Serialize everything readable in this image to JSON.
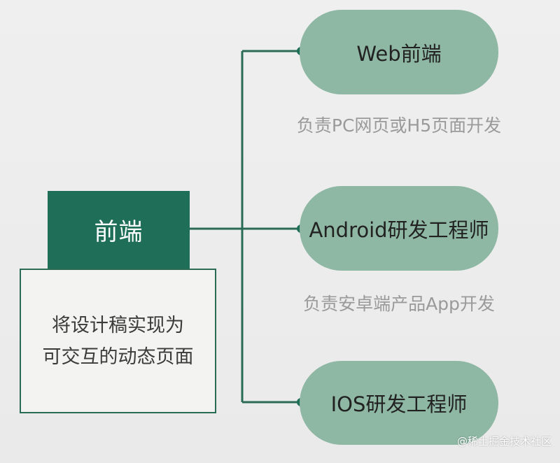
{
  "root": {
    "title": "前端",
    "description_line1": "将设计稿实现为",
    "description_line2": "可交互的动态页面"
  },
  "branches": {
    "web": {
      "label": "Web前端",
      "description": "负责PC网页或H5页面开发"
    },
    "android": {
      "label": "Android研发工程师",
      "description": "负责安卓端产品App开发"
    },
    "ios": {
      "label": "IOS研发工程师"
    }
  },
  "watermark": "@稀土掘金技术社区",
  "colors": {
    "header": "#1f6e57",
    "connector": "#2a6b56",
    "pill": "#8eb8a4",
    "description": "#9a9a9a"
  }
}
